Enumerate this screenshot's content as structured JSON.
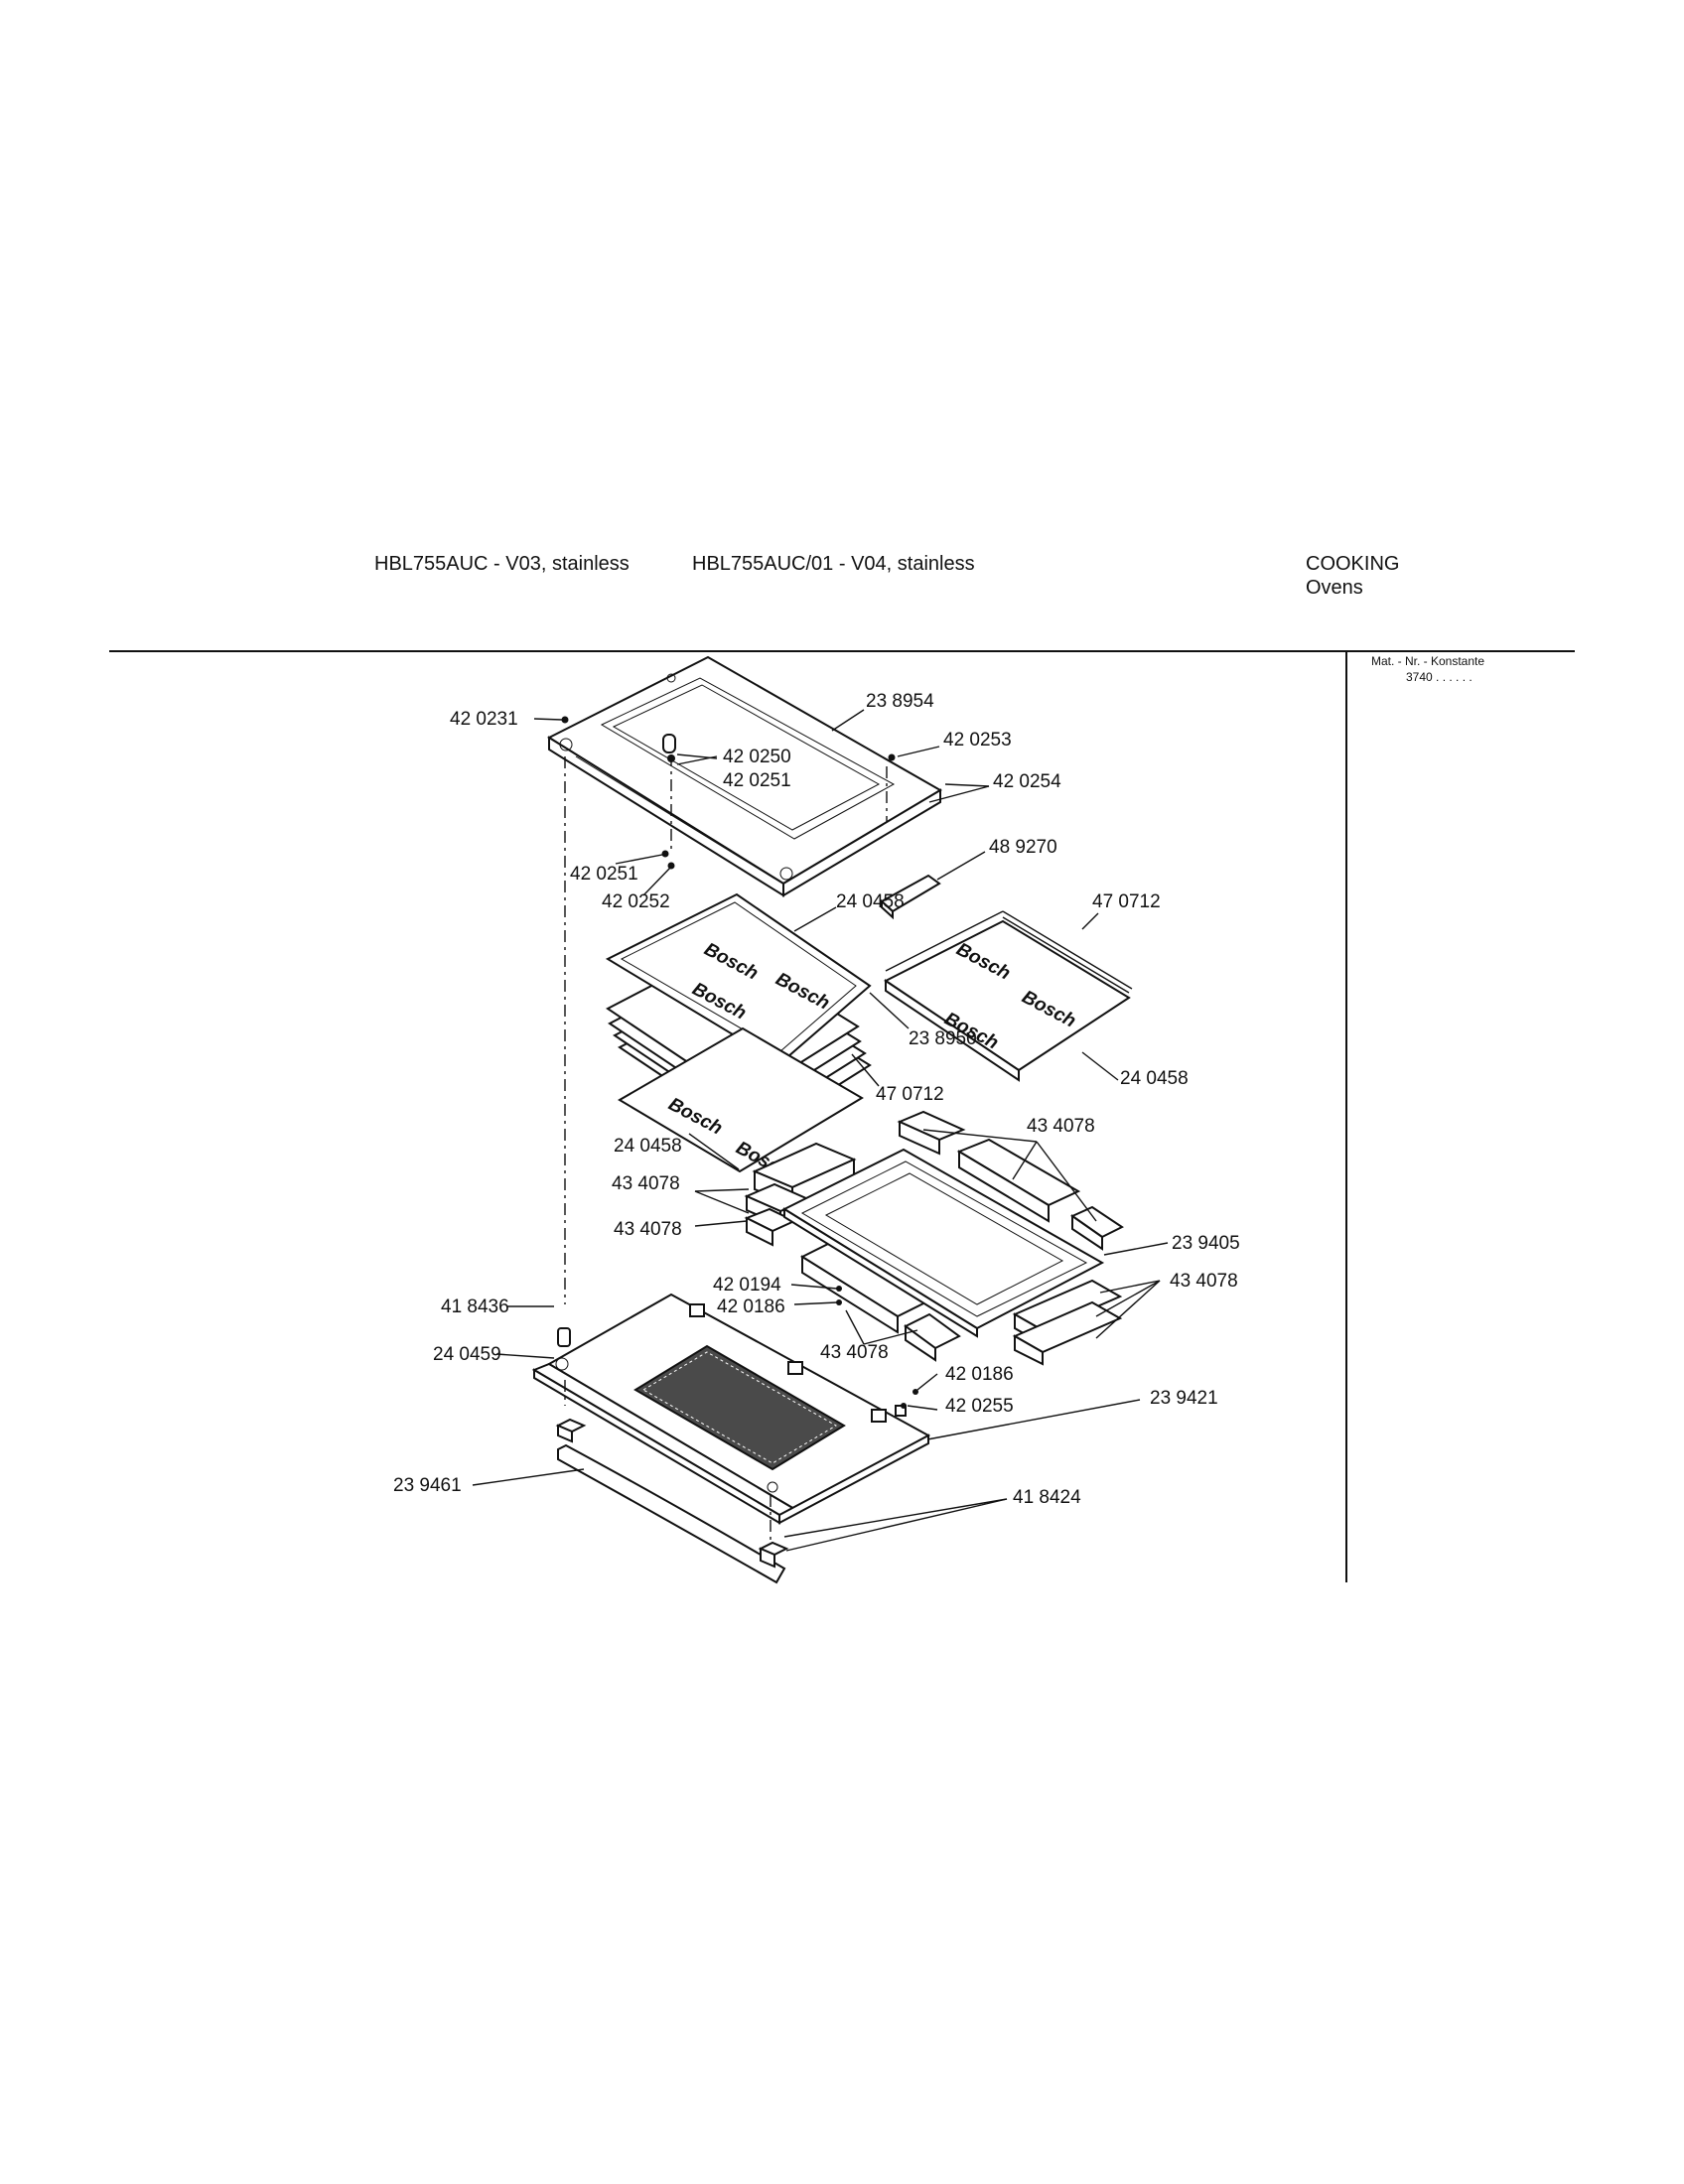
{
  "header": {
    "model_1": "HBL755AUC - V03, stainless",
    "model_2": "HBL755AUC/01 - V04, stainless",
    "category": "COOKING",
    "subcategory": "Ovens",
    "mat_label": "Mat. - Nr. - Konstante",
    "mat_value": "3740 . .   . . . ."
  },
  "parts": {
    "p420231": "42 0231",
    "p238954": "23 8954",
    "p420250": "42 0250",
    "p420251a": "42 0251",
    "p420253": "42 0253",
    "p420254": "42 0254",
    "p489270": "48 9270",
    "p420251b": "42 0251",
    "p420252": "42 0252",
    "p240458a": "24 0458",
    "p470712a": "47 0712",
    "p238950": "23 8950",
    "p470712b": "47 0712",
    "p240458b": "24 0458",
    "p240458c": "24 0458",
    "p434078a": "43 4078",
    "p434078b": "43 4078",
    "p434078c": "43 4078",
    "p239405": "23 9405",
    "p420194": "42 0194",
    "p420186a": "42 0186",
    "p434078d": "43 4078",
    "p434078e": "43 4078",
    "p418436": "41 8436",
    "p240459": "24 0459",
    "p420186b": "42 0186",
    "p420255": "42 0255",
    "p239421": "23 9421",
    "p239461": "23 9461",
    "p418424": "41 8424"
  },
  "colors": {
    "ink": "#111111",
    "paper": "#ffffff"
  }
}
